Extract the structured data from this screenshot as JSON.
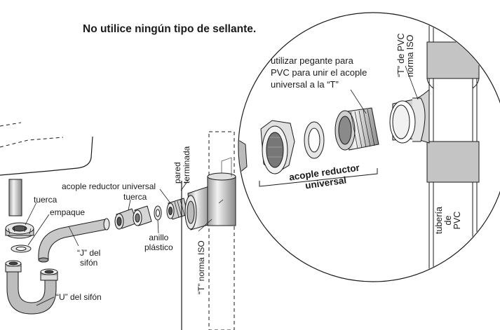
{
  "warning": "No utilice ningún tipo de sellante.",
  "labels": {
    "tuerca_left": "tuerca",
    "empaque": "empaque",
    "j_sifon": [
      "“J” del",
      "sifón"
    ],
    "u_sifon": "“U” del sifón",
    "acople_reductor": "acople reductor universal",
    "tuerca_mid": "tuerca",
    "anillo": [
      "anillo",
      "plástico"
    ],
    "pared": [
      "pared",
      "terminada"
    ],
    "t_norma": "“T” norma ISO"
  },
  "detail": {
    "callout": [
      "utilizar pegante para",
      "PVC para unir el acople",
      "universal a la “T”"
    ],
    "t_pvc": [
      "“T” de PVC",
      "norma ISO"
    ],
    "tuberia": [
      "tubería",
      "de",
      "PVC"
    ],
    "acople_bold": [
      "acople reductor",
      "universal"
    ]
  },
  "colors": {
    "line": "#1a1a1a",
    "shade": "#bdbdbd",
    "dark": "#555555"
  }
}
